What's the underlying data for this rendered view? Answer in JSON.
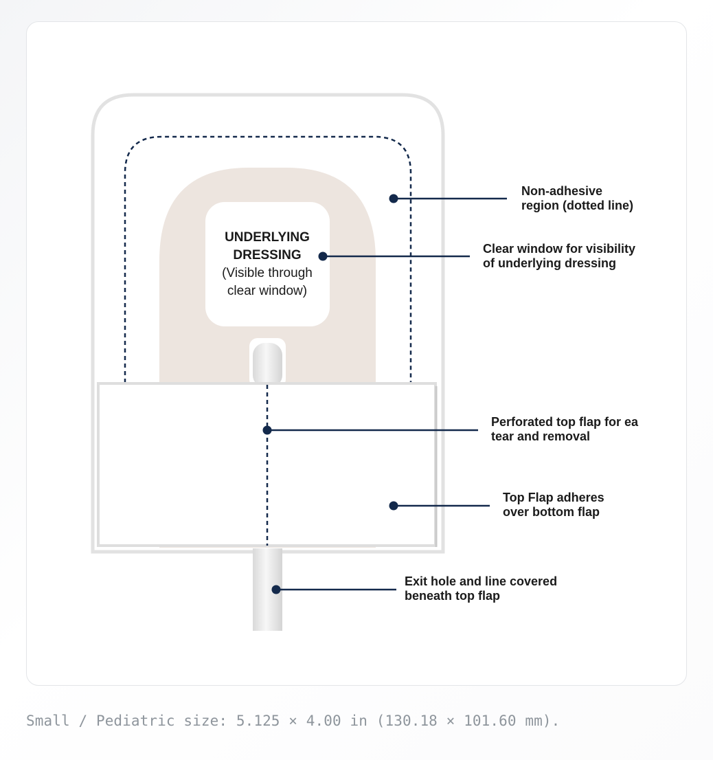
{
  "diagram": {
    "window_text": {
      "line1": "UNDERLYING",
      "line2": "DRESSING",
      "line3": "(Visible through",
      "line4": "clear window)"
    },
    "callouts": [
      {
        "line1": "Non-adhesive",
        "line2": "region (dotted line)"
      },
      {
        "line1": "Clear window for visibility",
        "line2": "of underlying dressing"
      },
      {
        "line1": "Perforated top flap for ea",
        "line2": "tear and removal"
      },
      {
        "line1": "Top Flap adheres",
        "line2": "over bottom flap"
      },
      {
        "line1": "Exit hole and line covered",
        "line2": "beneath top flap"
      }
    ],
    "colors": {
      "navy": "#13294b",
      "inner_pad": "#ede5df",
      "outline": "#e2e2e2"
    }
  },
  "caption": "Small / Pediatric size: 5.125 × 4.00 in (130.18 × 101.60 mm)."
}
